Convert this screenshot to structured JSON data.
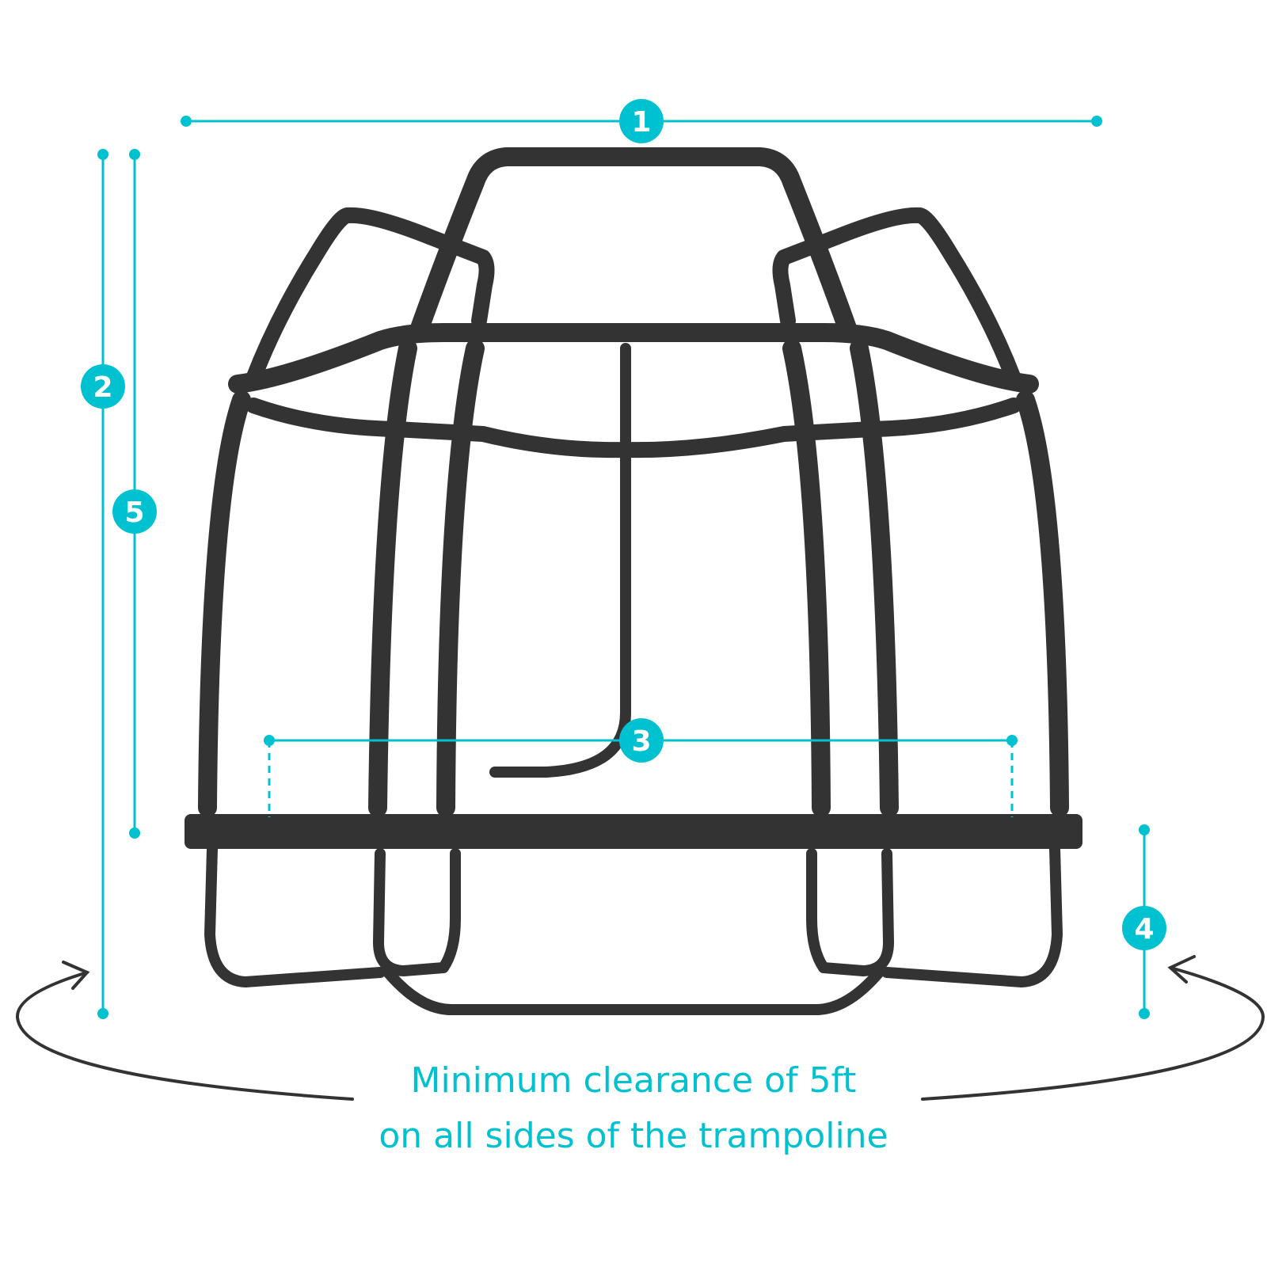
{
  "dimensions": [
    {
      "id": "1",
      "label": "1"
    },
    {
      "id": "2",
      "label": "2"
    },
    {
      "id": "3",
      "label": "3"
    },
    {
      "id": "4",
      "label": "4"
    },
    {
      "id": "5",
      "label": "5"
    }
  ],
  "caption": {
    "line1": "Minimum clearance of 5ft",
    "line2": "on all sides of the trampoline"
  },
  "colors": {
    "accent": "#00c1cf",
    "frame": "#333333"
  }
}
